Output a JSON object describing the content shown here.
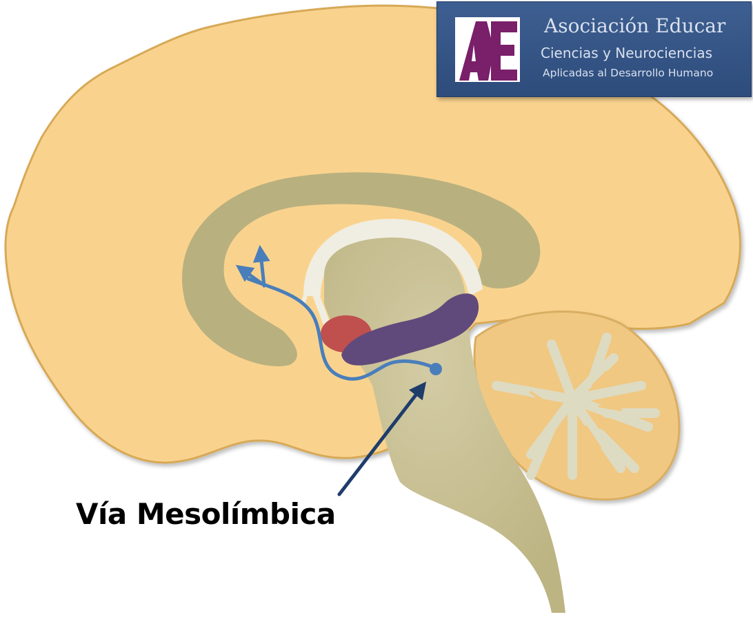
{
  "logo": {
    "mark_text": "AE",
    "title": "Asociación Educar",
    "line1": "Ciencias y Neurociencias",
    "line2": "Aplicadas al Desarrollo Humano"
  },
  "label": {
    "pathway": "Vía Mesolímbica"
  },
  "colors": {
    "cerebrum": "#f9d38e",
    "cerebrum_outline": "#d7a957",
    "deep_structures": "#b9b07f",
    "brainstem": "#c8bf95",
    "fornix": "#f0eee2",
    "cerebellum": "#f0c882",
    "cerebellum_white_matter": "#dedbc3",
    "amygdala": "#c0504d",
    "hippocampus": "#604a7b",
    "pathway": "#4a7ebb",
    "pointer_arrow": "#1f3d6b",
    "logo_background": "#3e5f91",
    "logo_mark": "#7a1f6a"
  }
}
